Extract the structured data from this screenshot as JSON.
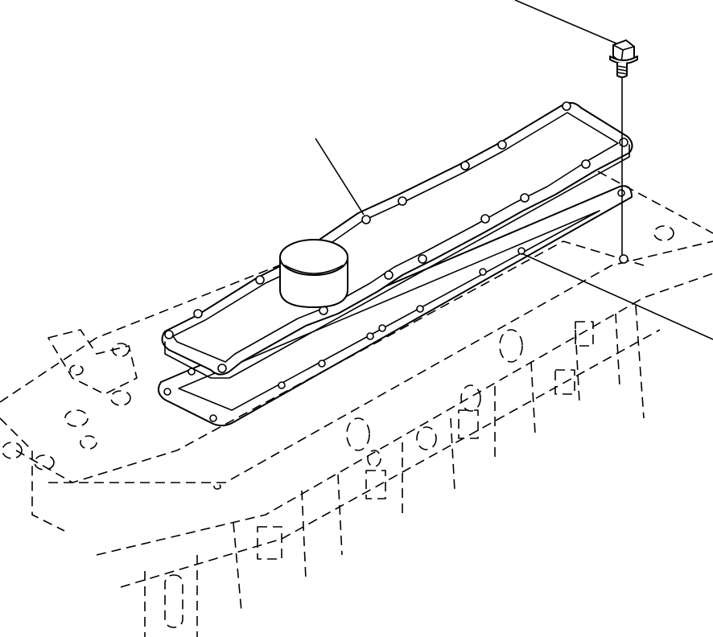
{
  "diagram": {
    "kind": "exploded-isometric-parts-view",
    "parts": [
      {
        "id": "bolt"
      },
      {
        "id": "cover"
      },
      {
        "id": "gasket"
      },
      {
        "id": "cylinder-block"
      }
    ]
  }
}
